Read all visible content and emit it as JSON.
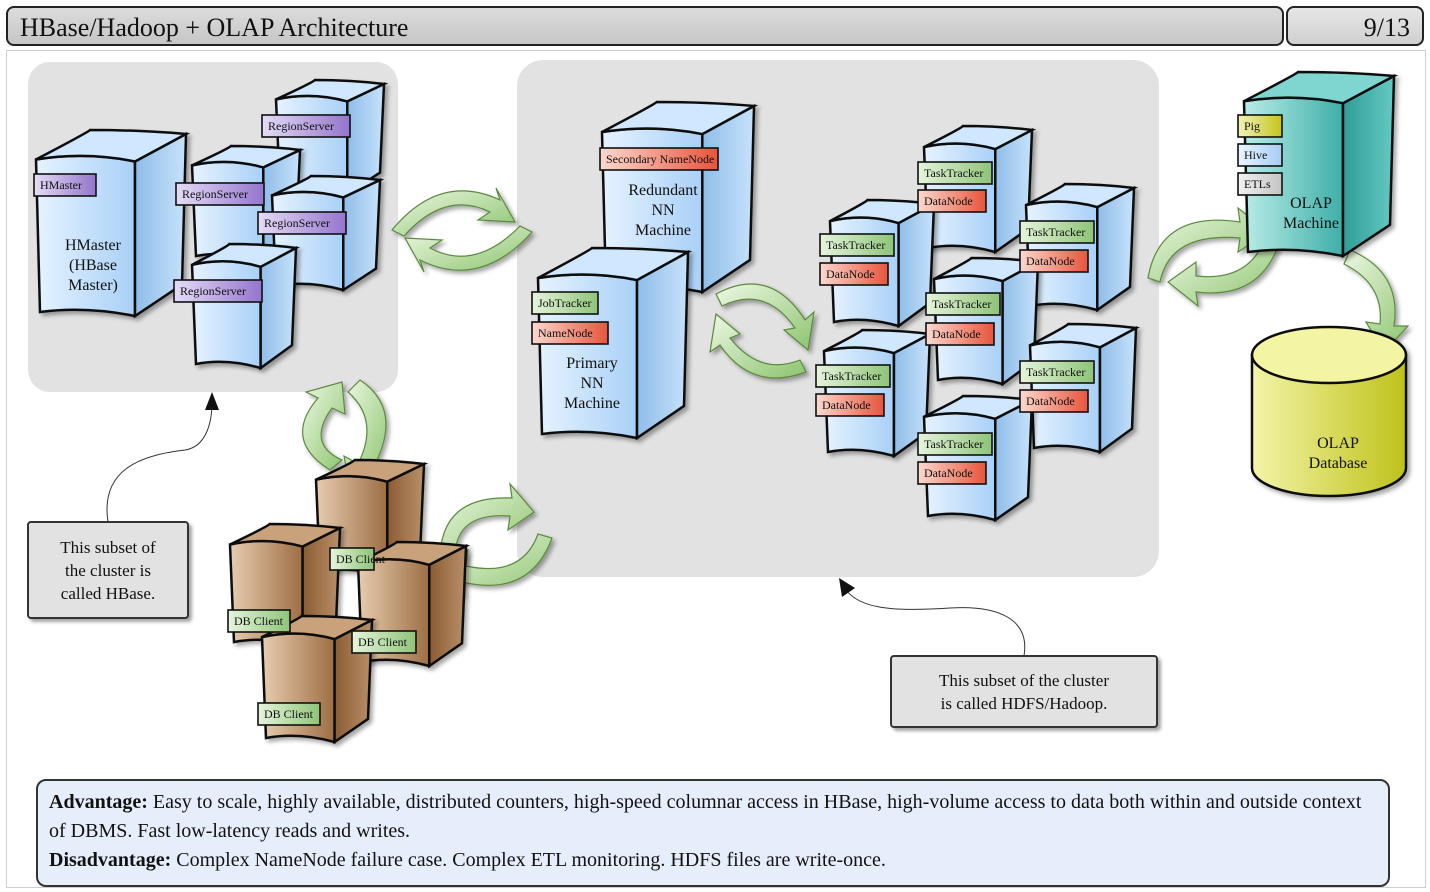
{
  "header": {
    "title": "HBase/Hadoop + OLAP Architecture",
    "page": "9/13"
  },
  "hbase": {
    "hmaster_tag": "HMaster",
    "hmaster_text": [
      "HMaster",
      "(HBase",
      "Master)"
    ],
    "region_server_tags": [
      "RegionServer",
      "RegionServer",
      "RegionServer",
      "RegionServer"
    ]
  },
  "hdfs": {
    "secondary_tag": "Secondary NameNode",
    "secondary_text": [
      "Redundant",
      "NN",
      "Machine"
    ],
    "primary_tags": [
      "JobTracker",
      "NameNode"
    ],
    "primary_text": [
      "Primary",
      "NN",
      "Machine"
    ],
    "tasktracker_label": "TaskTracker",
    "datanode_label": "DataNode"
  },
  "clients": {
    "db_client_label": "DB Client"
  },
  "olap": {
    "tags": [
      "Pig",
      "Hive",
      "ETLs"
    ],
    "machine_text": [
      "OLAP",
      "Machine"
    ],
    "database_text": [
      "OLAP",
      "Database"
    ]
  },
  "callouts": {
    "hbase": [
      "This subset of",
      "the cluster is",
      "called HBase."
    ],
    "hdfs": [
      "This subset of the cluster",
      "is called HDFS/Hadoop."
    ]
  },
  "summary": {
    "advantage_label": "Advantage:",
    "advantage_text": " Easy to scale, highly available, distributed counters, high-speed columnar access in HBase, high-volume access to data both within and outside context of DBMS. Fast low-latency reads and writes.",
    "disadvantage_label": "Disadvantage:",
    "disadvantage_text": " Complex NameNode failure case. Complex ETL monitoring. HDFS files are write-once."
  },
  "colors": {
    "server_blue": "#aed4fb",
    "client_brown": "#9d6e44",
    "olap_teal": "#46b4ae",
    "db_yellow": "#c9cc1c",
    "group_gray": "#e2e2e2",
    "arrow_green": "#a6d38a",
    "tag_purple": "#a58ad4",
    "tag_green": "#a6d191",
    "tag_red": "#ec7a66"
  }
}
